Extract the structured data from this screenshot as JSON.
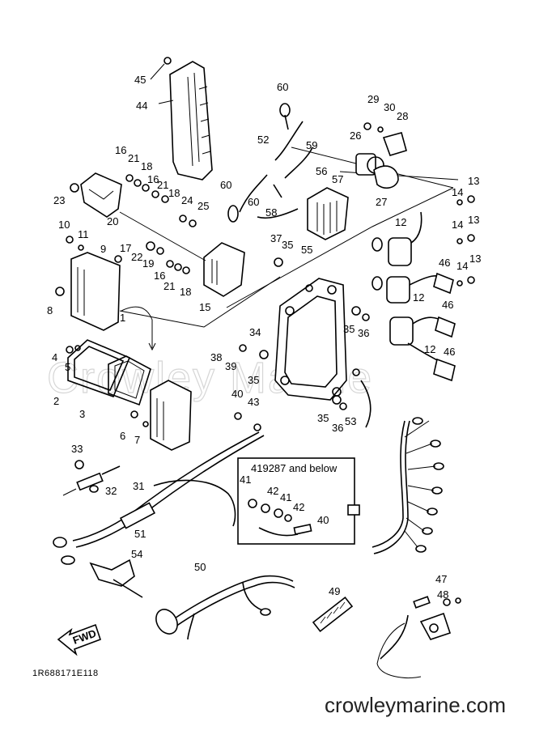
{
  "callouts": [
    "1",
    "2",
    "3",
    "4",
    "5",
    "6",
    "7",
    "8",
    "9",
    "10",
    "11",
    "12",
    "12",
    "12",
    "13",
    "13",
    "13",
    "14",
    "14",
    "14",
    "15",
    "16",
    "16",
    "16",
    "17",
    "18",
    "18",
    "18",
    "19",
    "20",
    "21",
    "21",
    "21",
    "22",
    "23",
    "24",
    "25",
    "26",
    "27",
    "28",
    "29",
    "30",
    "31",
    "32",
    "33",
    "34",
    "35",
    "35",
    "35",
    "35",
    "36",
    "36",
    "37",
    "38",
    "39",
    "40",
    "40",
    "41",
    "41",
    "42",
    "42",
    "43",
    "44",
    "45",
    "46",
    "46",
    "46",
    "47",
    "48",
    "49",
    "50",
    "51",
    "52",
    "53",
    "54",
    "55",
    "56",
    "57",
    "58",
    "59",
    "60",
    "60",
    "60"
  ],
  "inset_label": "419287 and below",
  "fwd_label": "FWD",
  "watermark": "Crowley Marine",
  "footer_code": "1R688171E118",
  "footer_site": "crowleymarine.com"
}
